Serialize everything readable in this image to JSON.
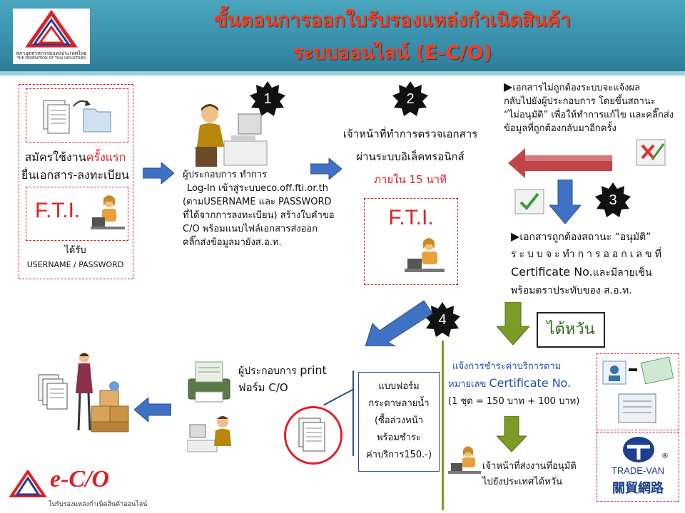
{
  "header": {
    "title_line1": "ขั้นตอนการออกใบรับรองแหล่งกำเนิดสินค้า",
    "title_line2": "ระบบออนไลน์ (E-C/O)",
    "fti_logo_caption1": "สภาอุตสาหกรรมแห่งประเทศไทย",
    "fti_logo_caption2": "THE FEDERATION OF THAI INDUSTRIES"
  },
  "register": {
    "line1_prefix": "สมัครใช้งาน",
    "line1_highlight": "ครั้งแรก",
    "line2": "ยื่นเอกสาร-ลงทะเบียน",
    "fti": "F.T.I.",
    "receive": "ได้รับ",
    "credentials": "USERNAME / PASSWORD"
  },
  "steps": {
    "badge1": "1",
    "badge2": "2",
    "badge3": "3",
    "badge4": "4"
  },
  "step1": {
    "line1": "ผู้ประกอบการ ทำการ",
    "line2": "Log-In เข้าสู่ระบบeco.off.fti.or.th",
    "line3": "(ตามUSERNAME และ PASSWORD",
    "line4": "ที่ได้จากการลงทะเบียน) สร้างใบคำขอ",
    "line5": "C/O พร้อมแนบไฟล์เอกสารส่งออก",
    "line6": "คลิ๊กส่งข้อมูลมายังส.อ.ท."
  },
  "step2": {
    "line1": "เจ้าหน้าที่ทำการตรวจเอกสาร",
    "line2": "ผ่านระบบอิเล็คทรอนิกส์",
    "line3": "ภายใน 15 นาที",
    "fti": "F.T.I."
  },
  "rejected": {
    "line1": "เอกสารไม่ถูกต้องระบบจะแจ้งผล",
    "line2": "กลับไปยังผู้ประกอบการ โดยขึ้นสถานะ",
    "line3": "“ไม่อนุมัติ” เพื่อให้ทำการแก้ไข และคลิ๊กส่ง",
    "line4": "ข้อมูลที่ถูกต้องกลับมาอีกครั้ง"
  },
  "approved": {
    "line1": "เอกสารถูกต้องสถานะ “อนุมัติ”",
    "line2": "ระบบจะทำการออกเลขที่",
    "line3_a": "Certificate No.",
    "line3_b": "และมีลายเซ็น",
    "line4": "พร้อมตราประทับของ ส.อ.ท."
  },
  "taiwan": {
    "label": "ไต้หวัน"
  },
  "payment": {
    "line1": "แจ้งการชำระค่าบริการตาม",
    "line2_a": "หมายเลข",
    "line2_b": "Certificate No.",
    "line3": "(1 ชุด = 150 บาท + 100 บาท)"
  },
  "staff_send": {
    "line1": "เจ้าหน้าที่ส่งงานที่อนุมัติ",
    "line2": "ไปยังประเทศไต้หวัน"
  },
  "form": {
    "line1": "แบบฟอร์ม",
    "line2": "กระดาษลายน้ำ",
    "line3": "(ซื้อล่วงหน้า",
    "line4": "พร้อมชำระ",
    "line5": "ค่าบริการ150.-)"
  },
  "print": {
    "line1_a": "ผู้ประกอบการ",
    "line1_b": "print",
    "line2": "ฟอร์ม C/O"
  },
  "tradevan": {
    "name": "TRADE-VAN",
    "chinese": "關貿網路",
    "reg": "®"
  },
  "eco_logo": {
    "mark": "e-C/O",
    "caption": "ใบรับรองแหล่งกำเนิดสินค้าออนไลน์"
  },
  "colors": {
    "header": "#3a8fab",
    "title": "#ff3a1a",
    "red": "#e31e24",
    "blue_arrow": "#3f72c4",
    "green_arrow": "#7c9a28",
    "reject_arrow": "#c0444a"
  }
}
